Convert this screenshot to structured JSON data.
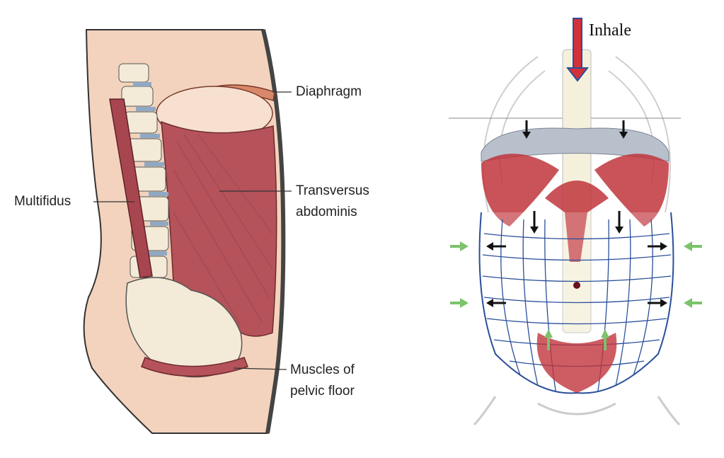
{
  "left_figure": {
    "labels": {
      "diaphragm": "Diaphragm",
      "multifidus": "Multifidus",
      "transversus_line1": "Transversus",
      "transversus_line2": "abdominis",
      "pelvic_line1": "Muscles of",
      "pelvic_line2": "pelvic floor"
    },
    "colors": {
      "skin": "#f3d3bd",
      "muscle": "#b5525a",
      "bone": "#f4ead8",
      "disc": "#8fa9c4"
    }
  },
  "right_figure": {
    "label": "Inhale",
    "colors": {
      "grid": "#2a4f9a",
      "muscle": "#c0353c",
      "arrow_green": "#7cc36b",
      "arrow_black": "#111111",
      "arrow_inhale": "#d2303a"
    }
  }
}
